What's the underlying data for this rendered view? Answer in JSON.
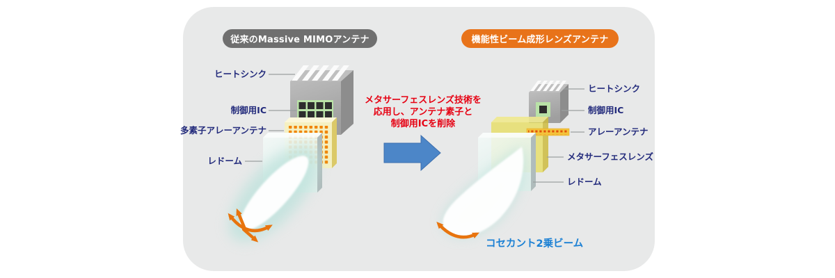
{
  "colors": {
    "canvas_bg": "#FFFFFF",
    "panel_bg": "#E8E9E9",
    "left_title_bg": "#6F6F6F",
    "right_title_bg": "#E8731A",
    "label_text": "#232B7C",
    "note_text": "#E60012",
    "beam_caption_text": "#1B80D4",
    "transition_arrow": "#4C86C8",
    "steer_arrow": "#E8740E",
    "array_dot": "#F08300",
    "ic_board": "#B9E2A7",
    "lens_yellow": "#E6DC55"
  },
  "left_antenna": {
    "title": "従来のMassive MIMOアンテナ",
    "labels": {
      "heatsink": "ヒートシンク",
      "control_ic": "制御用IC",
      "array": "多素子アレーアンテナ",
      "radome": "レドーム"
    }
  },
  "right_antenna": {
    "title": "機能性ビーム成形レンズアンテナ",
    "labels": {
      "heatsink": "ヒートシンク",
      "control_ic": "制御用IC",
      "array": "アレーアンテナ",
      "metasurface_lens": "メタサーフェスレンズ",
      "radome": "レドーム"
    },
    "beam_caption": "コセカント2乗ビーム"
  },
  "transition": {
    "note": "メタサーフェスレンズ技術を応用し、アンテナ素子と制御用ICを削除",
    "note_lines": [
      "メタサーフェスレンズ技術を",
      "応用し、アンテナ素子と",
      "制御用ICを削除"
    ]
  }
}
